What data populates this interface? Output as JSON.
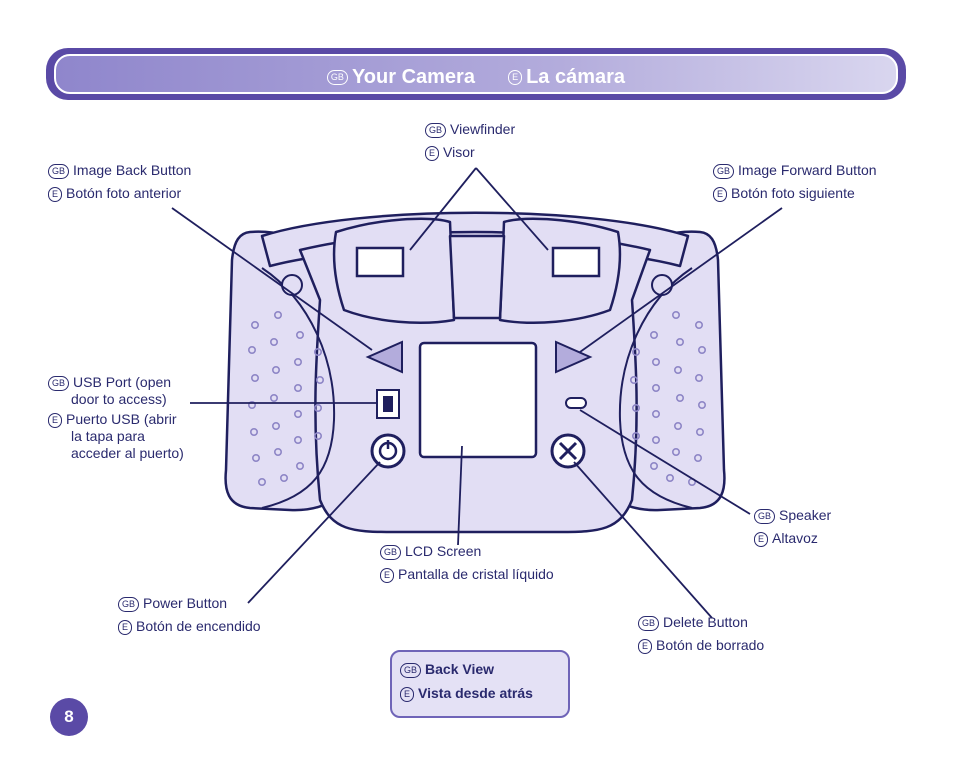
{
  "header": {
    "lang_gb": "GB",
    "title_gb": "Your Camera",
    "lang_e": "E",
    "title_e": "La cámara"
  },
  "labels": {
    "viewfinder": {
      "gb": "Viewfinder",
      "e": "Visor"
    },
    "image_back": {
      "gb": "Image Back Button",
      "e": "Botón foto anterior"
    },
    "image_forward": {
      "gb": "Image Forward Button",
      "e": "Botón foto siguiente"
    },
    "usb_port": {
      "gb_line1": "USB Port (open",
      "gb_line2": "door to access)",
      "e_line1": "Puerto USB (abrir",
      "e_line2": "la tapa para",
      "e_line3": "acceder al puerto)"
    },
    "speaker": {
      "gb": "Speaker",
      "e": "Altavoz"
    },
    "lcd_screen": {
      "gb": "LCD Screen",
      "e": "Pantalla de cristal líquido"
    },
    "power_button": {
      "gb": "Power Button",
      "e": "Botón de encendido"
    },
    "delete_button": {
      "gb": "Delete Button",
      "e": "Botón de borrado"
    }
  },
  "back_view": {
    "gb": "Back View",
    "e": "Vista desde atrás"
  },
  "page_number": "8",
  "colors": {
    "body_fill": "#e2def4",
    "outline": "#1f1f5e",
    "accent": "#5a4aa6",
    "text": "#2a2a6e"
  }
}
